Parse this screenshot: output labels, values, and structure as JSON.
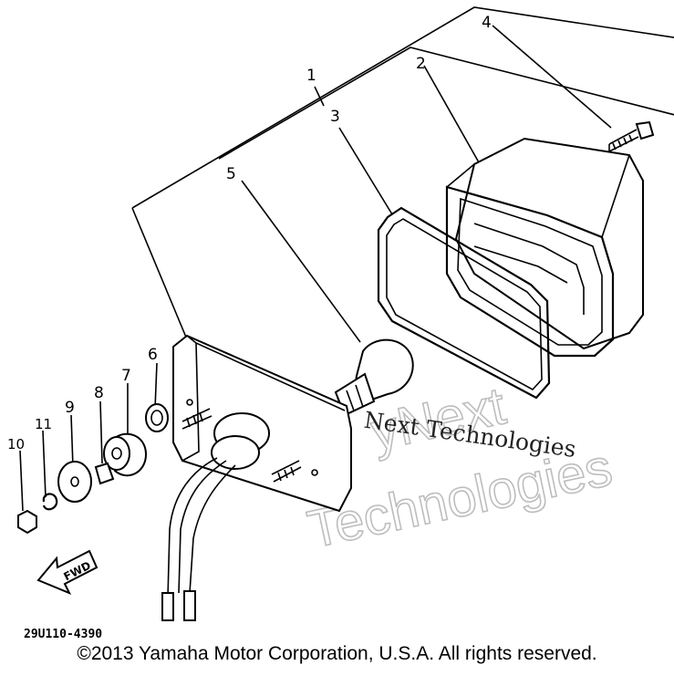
{
  "callouts": {
    "c1": "1",
    "c2": "2",
    "c3": "3",
    "c4": "4",
    "c5": "5",
    "c6": "6",
    "c7": "7",
    "c8": "8",
    "c9": "9",
    "c10": "10",
    "c11": "11"
  },
  "fwd_label": "FWD",
  "part_number": "29U110-4390",
  "watermark": {
    "large_line1": "yNext",
    "large_line2": "Technologies",
    "small": "Next Technologies"
  },
  "copyright": "©2013 Yamaha Motor Corporation, U.S.A. All rights reserved."
}
